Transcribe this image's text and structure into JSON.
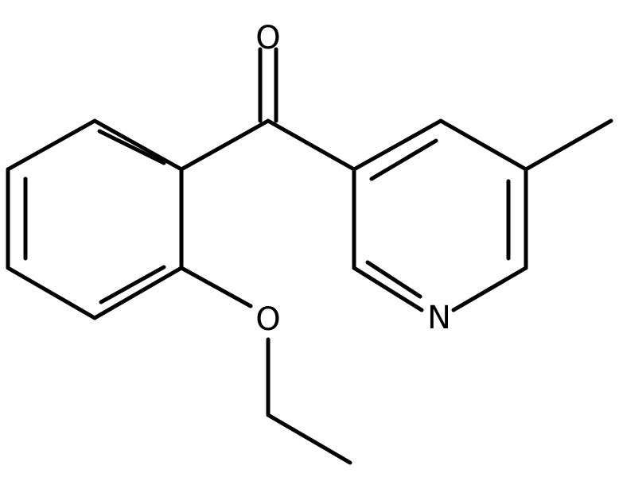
{
  "atoms": {
    "oxygen_carbonyl": "O",
    "oxygen_ether": "O",
    "nitrogen_pyridine": "N"
  },
  "colors": {
    "bond": "#000000",
    "background": "#ffffff"
  }
}
